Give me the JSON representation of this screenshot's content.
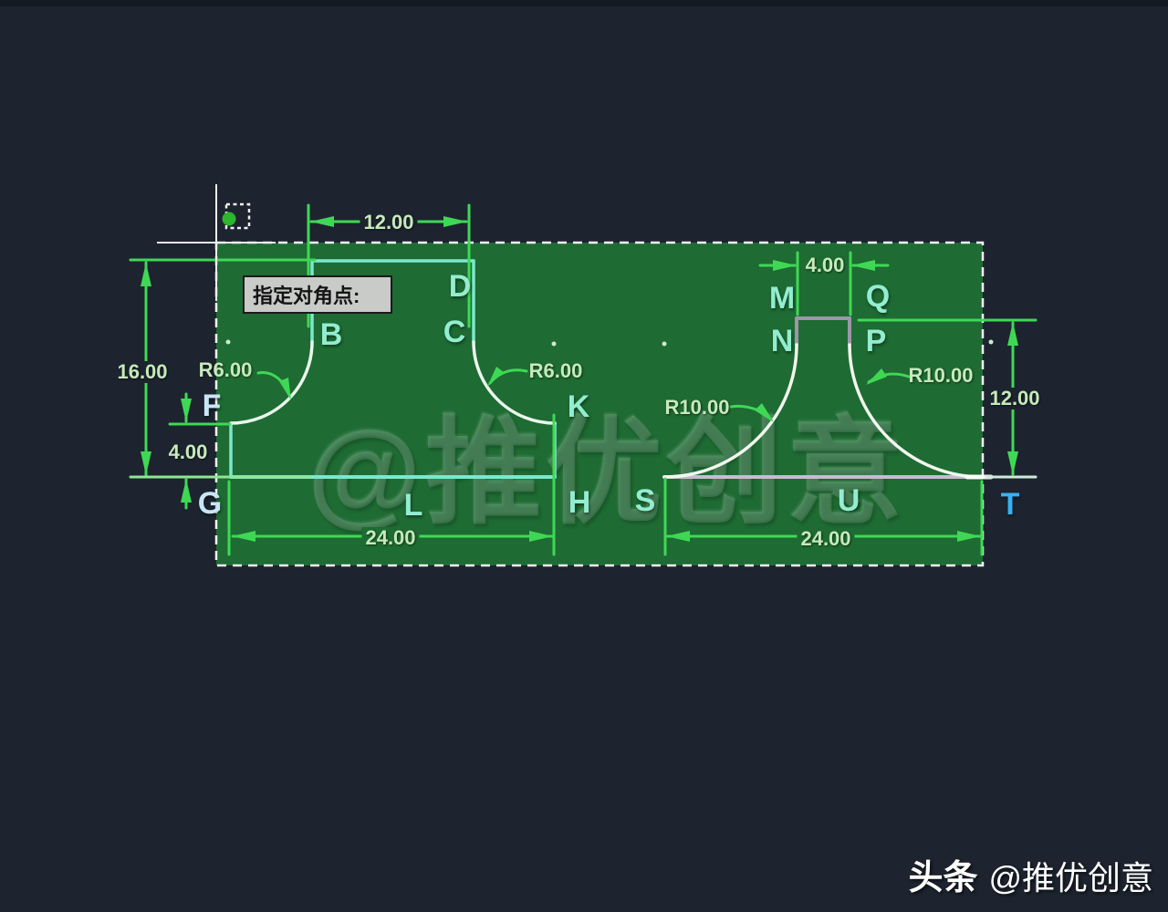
{
  "app": {
    "tooltip": "指定对角点:",
    "watermark": "@推优创意",
    "footer": {
      "brand": "头条",
      "handle": "@推优创意"
    }
  },
  "dimensions": {
    "top_width": "12.00",
    "total_height": "16.00",
    "base_height": "4.00",
    "bottom_width_left": "24.00",
    "bottom_width_right": "24.00",
    "neck_width": "4.00",
    "right_height": "12.00",
    "fillet_left_a": "R6.00",
    "fillet_left_b": "R6.00",
    "fillet_right_a": "R10.00",
    "fillet_right_b": "R10.00"
  },
  "points": {
    "b": "B",
    "c": "C",
    "d": "D",
    "f": "F",
    "g": "G",
    "h": "H",
    "k": "K",
    "l": "L",
    "m": "M",
    "n": "N",
    "p": "P",
    "q": "Q",
    "s": "S",
    "t": "T",
    "u": "U"
  },
  "colors": {
    "background": "#1d242f",
    "selection_fill": "#1e6b33",
    "dimension_green": "#3fd855",
    "shape_cyan": "#7be8cd",
    "arc_white": "#f2f8ee",
    "neck_gray": "#9b97a9",
    "label_mint": "#93edd0",
    "label_blue": "#38b1f2",
    "crosshair_white": "#efefef"
  }
}
